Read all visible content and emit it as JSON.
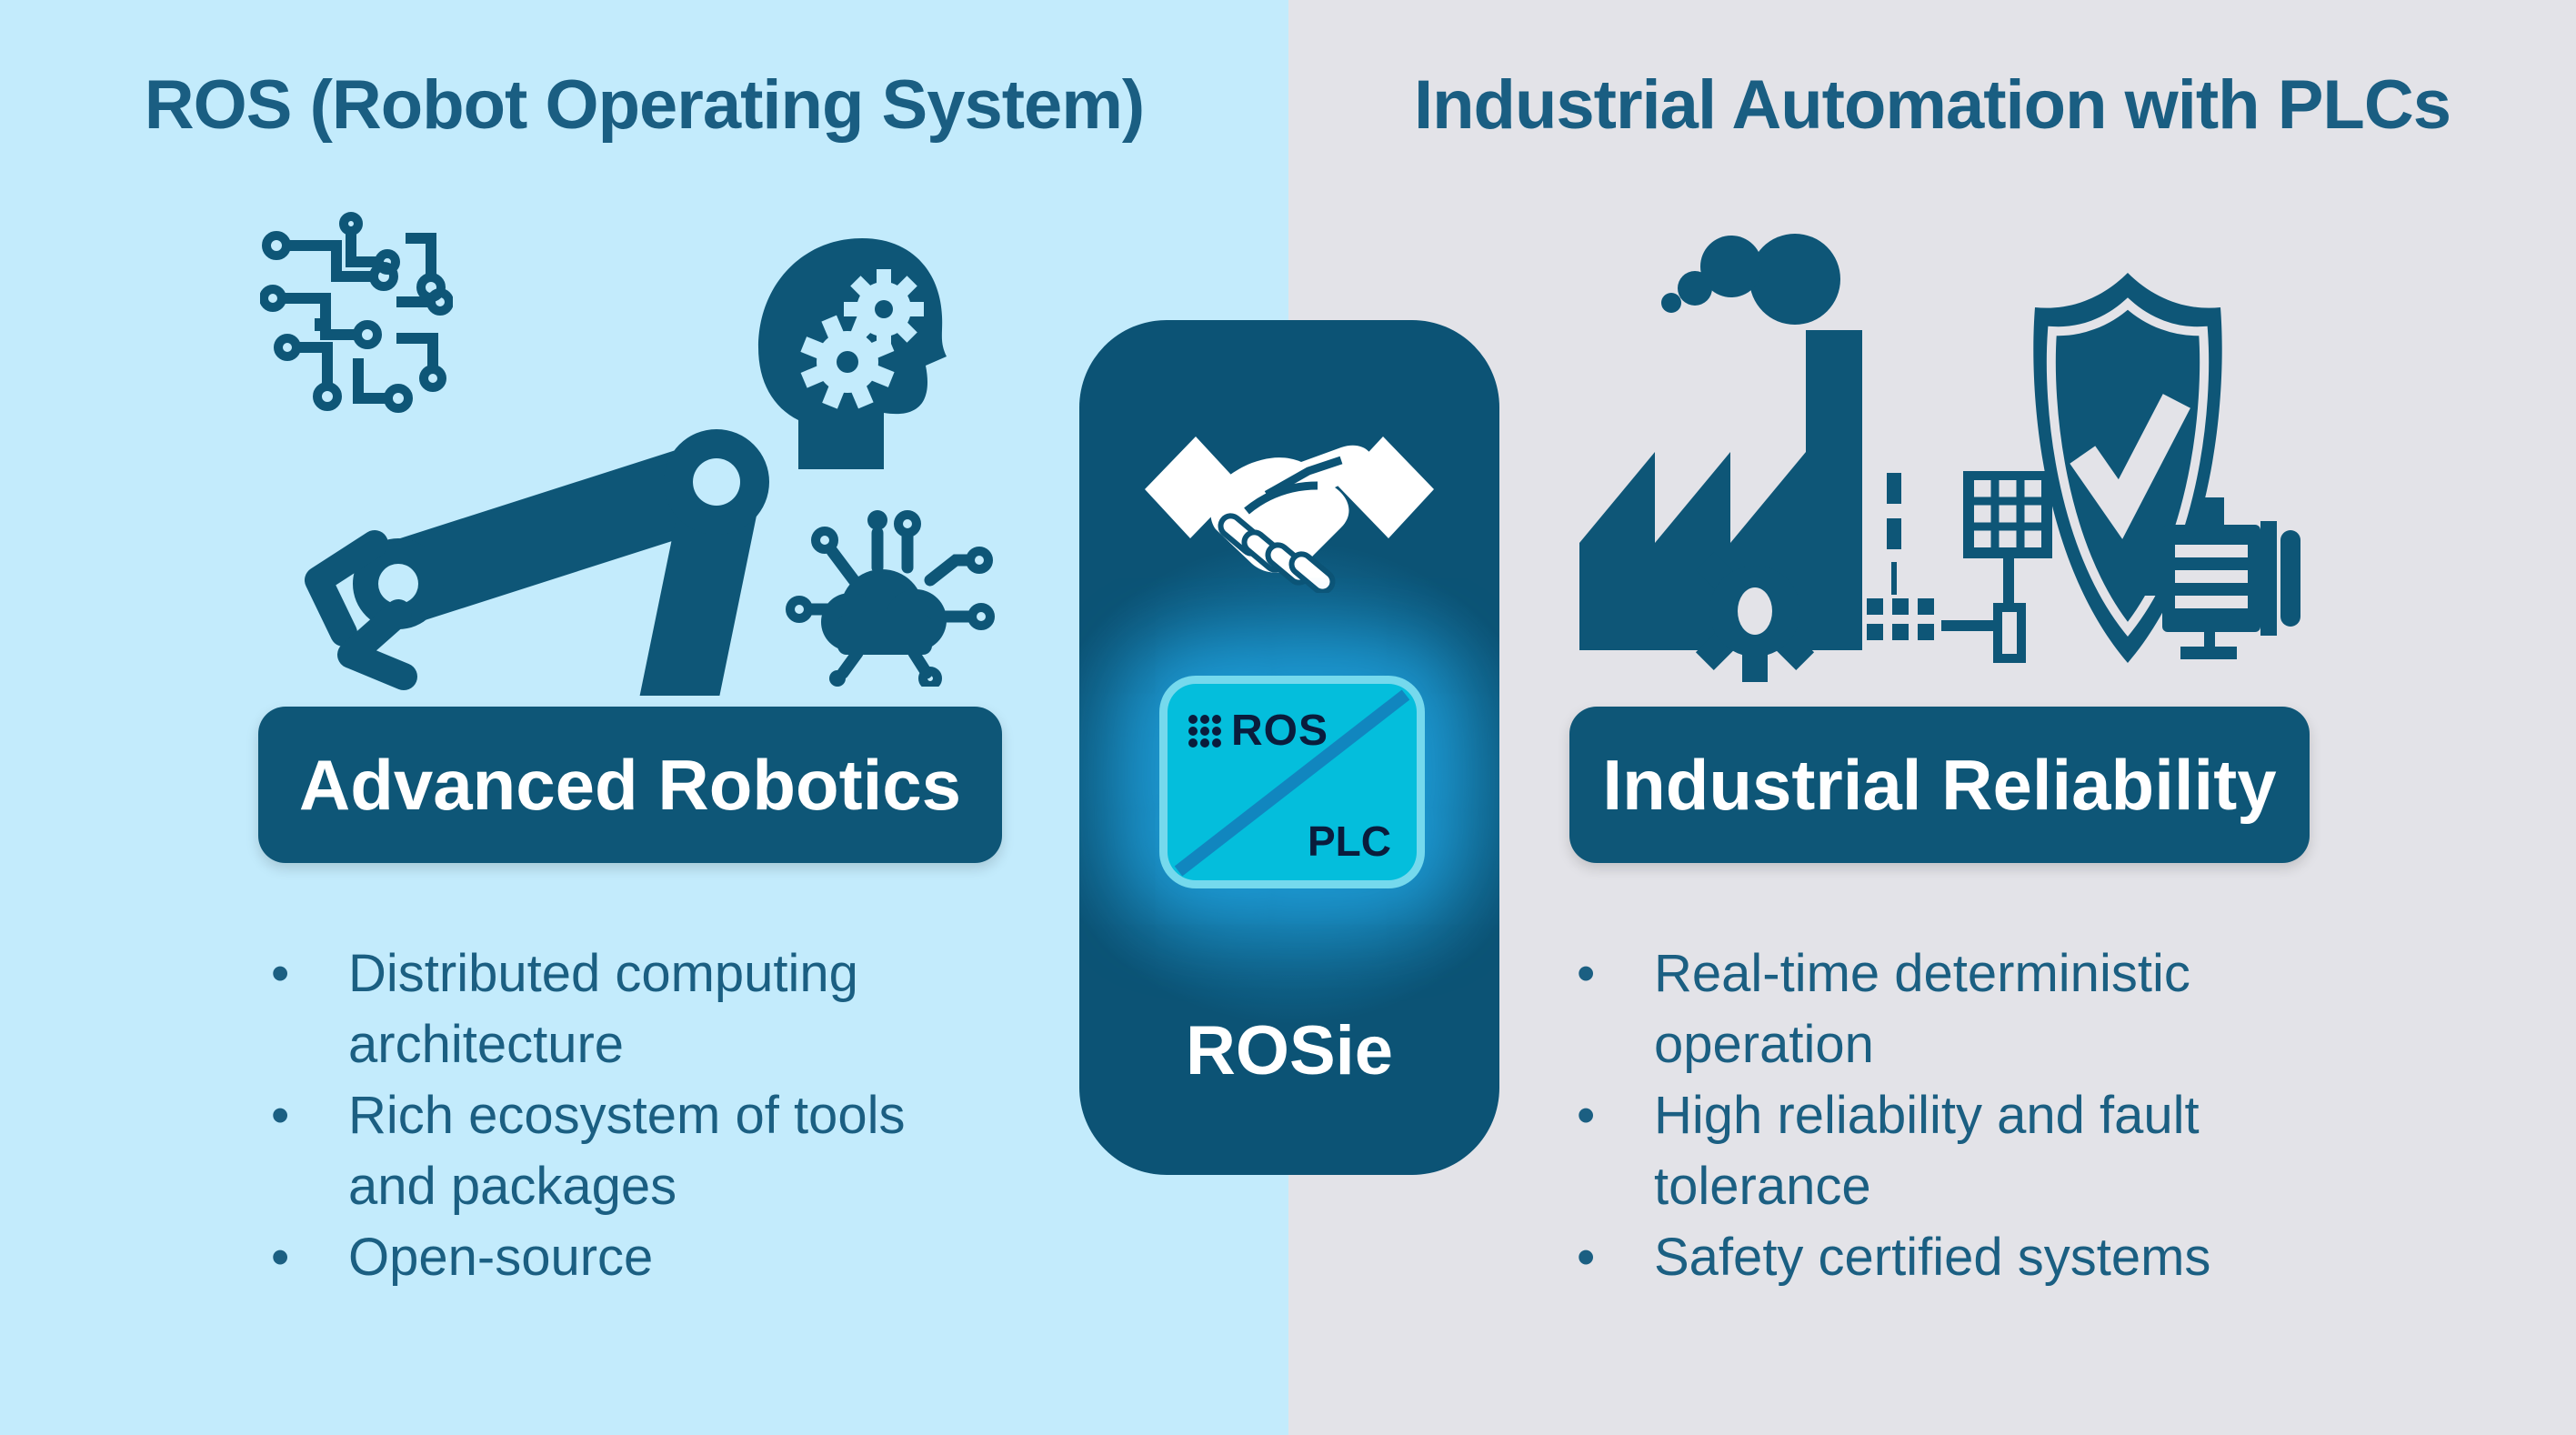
{
  "slide": {
    "bullet_char": "•",
    "left": {
      "title": "ROS (Robot Operating System)",
      "badge": "Advanced Robotics",
      "bullets": [
        "Distributed computing architecture",
        "Rich ecosystem of tools and packages",
        "Open-source"
      ],
      "icons": [
        "ai-circuit-icon",
        "head-gears-icon",
        "robot-arm-icon",
        "cloud-network-icon"
      ],
      "background": "#C3EBFC"
    },
    "right": {
      "title": "Industrial Automation with PLCs",
      "badge": "Industrial Reliability",
      "bullets": [
        "Real-time deterministic operation",
        "High reliability and fault tolerance",
        "Safety certified systems"
      ],
      "icons": [
        "factory-smoke-icon",
        "shield-check-icon",
        "gear-icon",
        "plc-ladder-icon",
        "motor-icon"
      ],
      "background": "#E3E3E8"
    },
    "center": {
      "icon": "handshake-icon",
      "chip": {
        "top_label": "ROS",
        "bottom_label": "PLC"
      },
      "caption": "ROSie"
    },
    "colors": {
      "teal_icon": "#0E5677",
      "panel": "#0C5375",
      "title_text": "#1A5E82",
      "bullet_text": "#1B5F82",
      "badge_bg": "#0E5677",
      "badge_text": "#FFFFFF",
      "chip_cyan": "#04BEDC",
      "chip_ring": "#8ADEF0",
      "chip_text_navy": "#0A1C3C",
      "chip_diagonal": "#1186BF",
      "glow_blue": "#1EA0DC"
    }
  }
}
